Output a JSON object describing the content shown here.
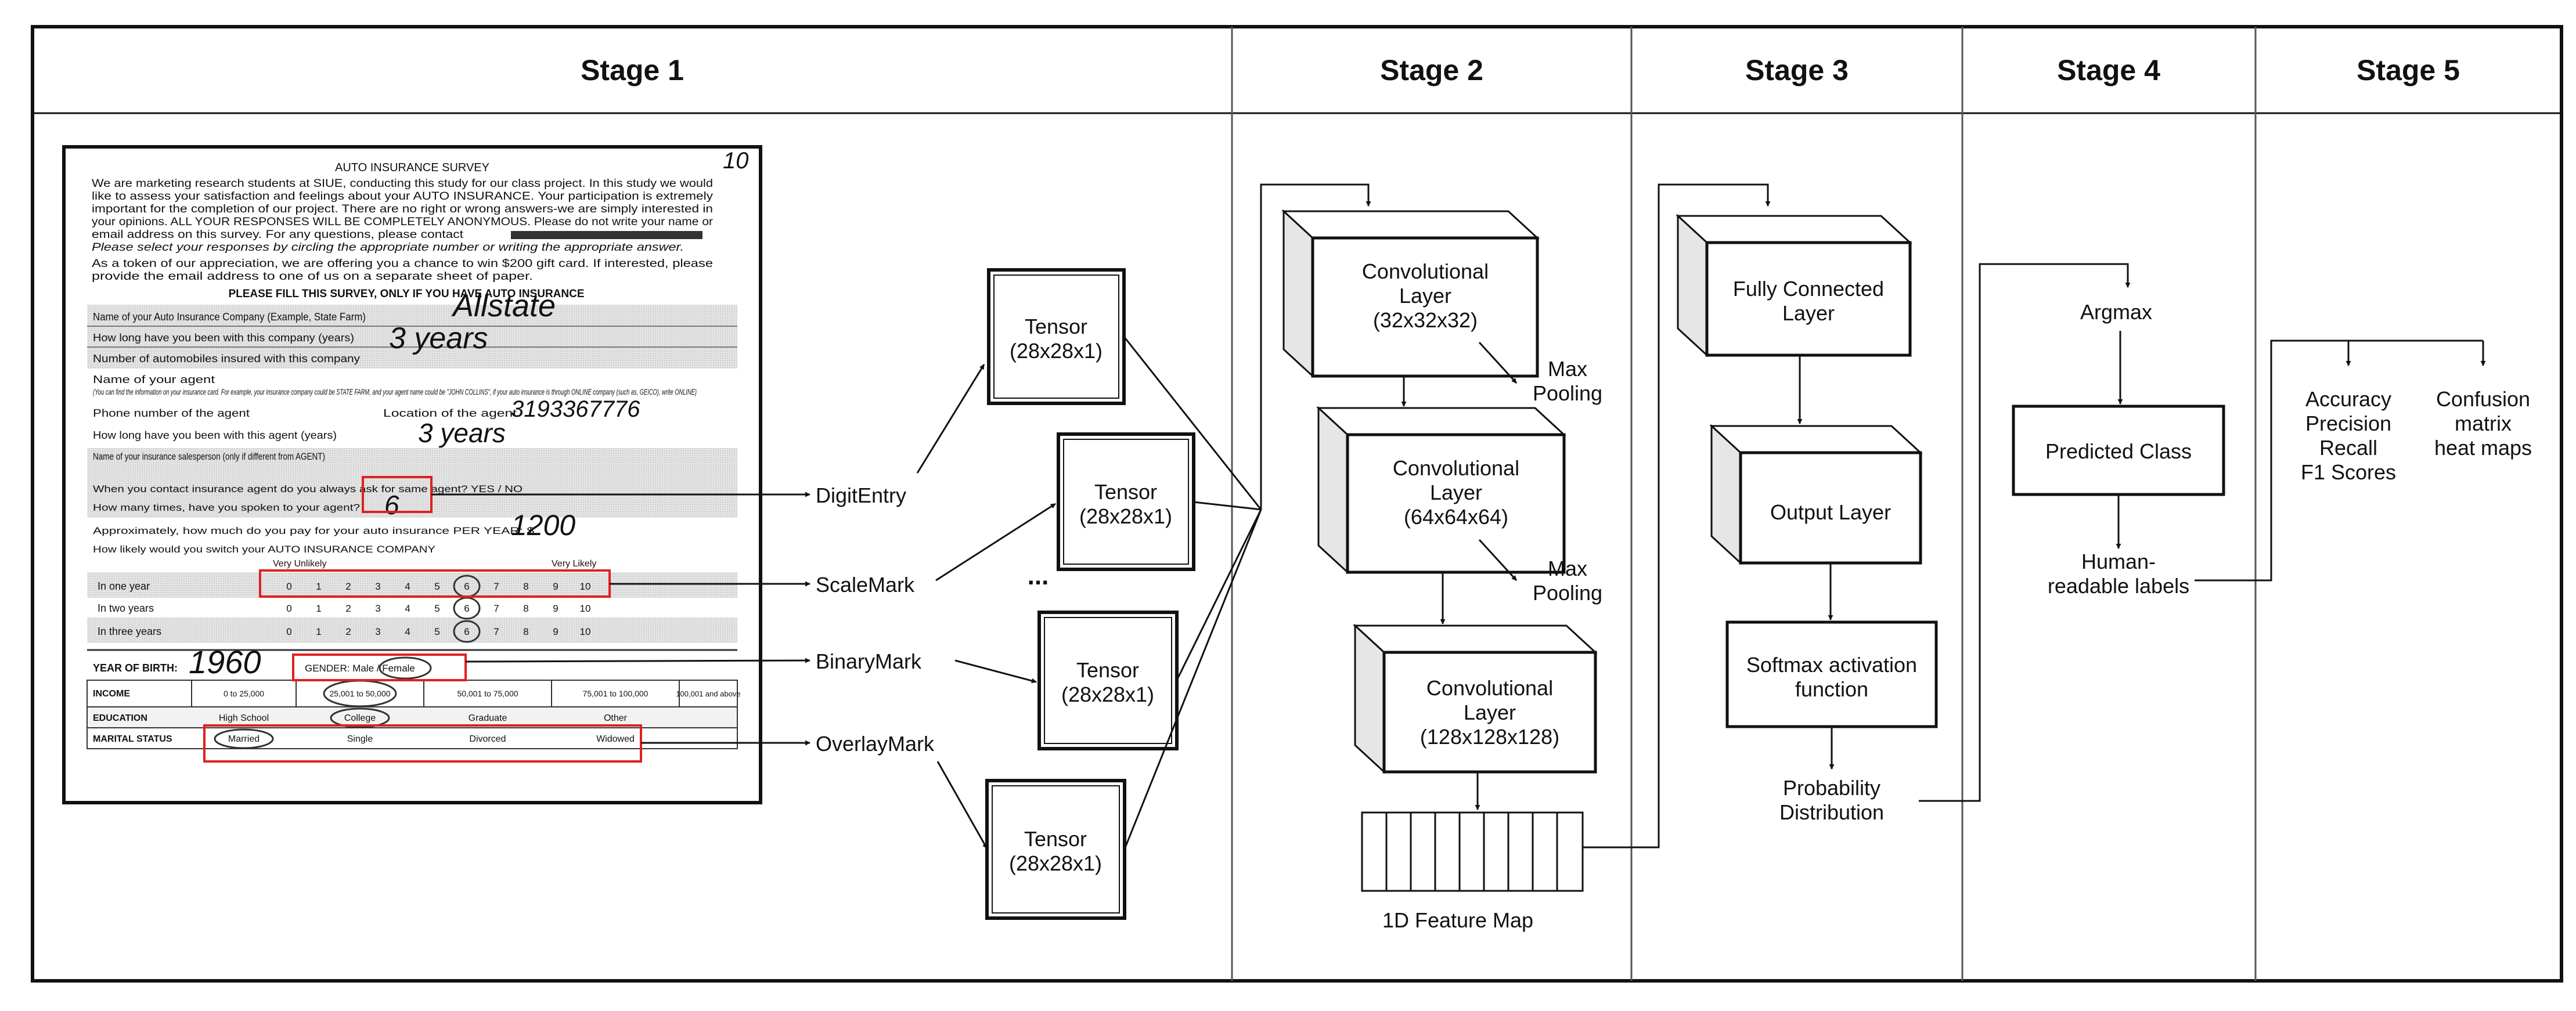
{
  "stages": [
    "Stage 1",
    "Stage 2",
    "Stage 3",
    "Stage 4",
    "Stage 5"
  ],
  "survey": {
    "title": "AUTO INSURANCE SURVEY",
    "page_number": "10",
    "intro_lines": [
      "We are marketing research students at SIUE, conducting this study for our class project. In this study we would",
      "like to assess your satisfaction and feelings about your AUTO INSURANCE. Your participation is extremely",
      "important for the completion of our project. There are no right or wrong answers-we are simply interested in",
      "your opinions. ALL YOUR RESPONSES WILL BE COMPLETELY ANONYMOUS. Please do not write your name or",
      "email address on this survey. For any questions, please contact",
      "Please select your responses by circling the appropriate number or writing the appropriate answer."
    ],
    "gift_lines": [
      "As a token of our appreciation, we are offering you a chance to win $200 gift card. If interested, please",
      "provide the email address to one of us on a separate sheet of paper."
    ],
    "fill_instruction": "PLEASE FILL THIS SURVEY, ONLY IF YOU HAVE AUTO INSURANCE",
    "questions": [
      "Name of your Auto Insurance Company (Example, State Farm)",
      "How long have you been with this company (years)",
      "Number of automobiles insured with this company",
      "Name of your agent",
      "Phone number of the agent",
      "How long have you been with this agent (years)",
      "Name of your insurance salesperson (only if different from AGENT)",
      "When you contact insurance agent do you always ask for same agent? YES / NO",
      "How many times, have you spoken to your agent?",
      "Approximately, how much do you pay for your auto insurance PER YEAR: $",
      "How likely would you switch your AUTO INSURANCE COMPANY"
    ],
    "agent_note": "(You can find the information on your insurance card. For example, your insurance company could be STATE FARM, and your agent name could be \"JOHN COLLINS\", if your auto insurance is through ONLINE company (such as, GEICO), write ONLINE)",
    "location_label": "Location of the agent",
    "scale_ends": [
      "Very Unlikely",
      "Very Likely"
    ],
    "scale_rows": [
      "In one year",
      "In two years",
      "In three years"
    ],
    "scale_numbers": [
      "0",
      "1",
      "2",
      "3",
      "4",
      "5",
      "6",
      "7",
      "8",
      "9",
      "10"
    ],
    "birth_label": "YEAR OF BIRTH:",
    "gender": "GENDER: Male / Female",
    "income": {
      "label": "INCOME",
      "options": [
        "0 to 25,000",
        "25,001 to 50,000",
        "50,001 to 75,000",
        "75,001 to 100,000",
        "100,001 and above"
      ]
    },
    "education": {
      "label": "EDUCATION",
      "options": [
        "High School",
        "College",
        "Graduate",
        "Other"
      ]
    },
    "marital": {
      "label": "MARITAL STATUS",
      "options": [
        "Married",
        "Single",
        "Divorced",
        "Widowed"
      ]
    },
    "handwriting": {
      "company": "Allstate",
      "years": "3 years",
      "phone": "3193367776",
      "agent_years": "3 years",
      "times": "6",
      "amount": "1200",
      "birth_year": "1960"
    }
  },
  "mark_types": [
    "DigitEntry",
    "ScaleMark",
    "BinaryMark",
    "OverlayMark"
  ],
  "tensors": [
    "Tensor\n(28x28x1)",
    "Tensor\n(28x28x1)",
    "Tensor\n(28x28x1)",
    "Tensor\n(28x28x1)"
  ],
  "ellipsis": "...",
  "stage2": {
    "conv_layers": [
      "Convolutional\nLayer\n(32x32x32)",
      "Convolutional\nLayer\n(64x64x64)",
      "Convolutional\nLayer\n(128x128x128)"
    ],
    "max_pooling": [
      "Max\nPooling",
      "Max\nPooling"
    ],
    "feature_map_label": "1D Feature Map"
  },
  "stage3": {
    "fully_connected": "Fully Connected\nLayer",
    "output_layer": "Output Layer",
    "softmax": "Softmax activation\nfunction",
    "probability": "Probability\nDistribution"
  },
  "stage4": {
    "argmax": "Argmax",
    "predicted_class": "Predicted Class",
    "human_labels": "Human-\nreadable labels"
  },
  "stage5": {
    "metrics": "Accuracy\nPrecision\nRecall\nF1 Scores",
    "confusion": "Confusion\nmatrix\nheat maps"
  }
}
